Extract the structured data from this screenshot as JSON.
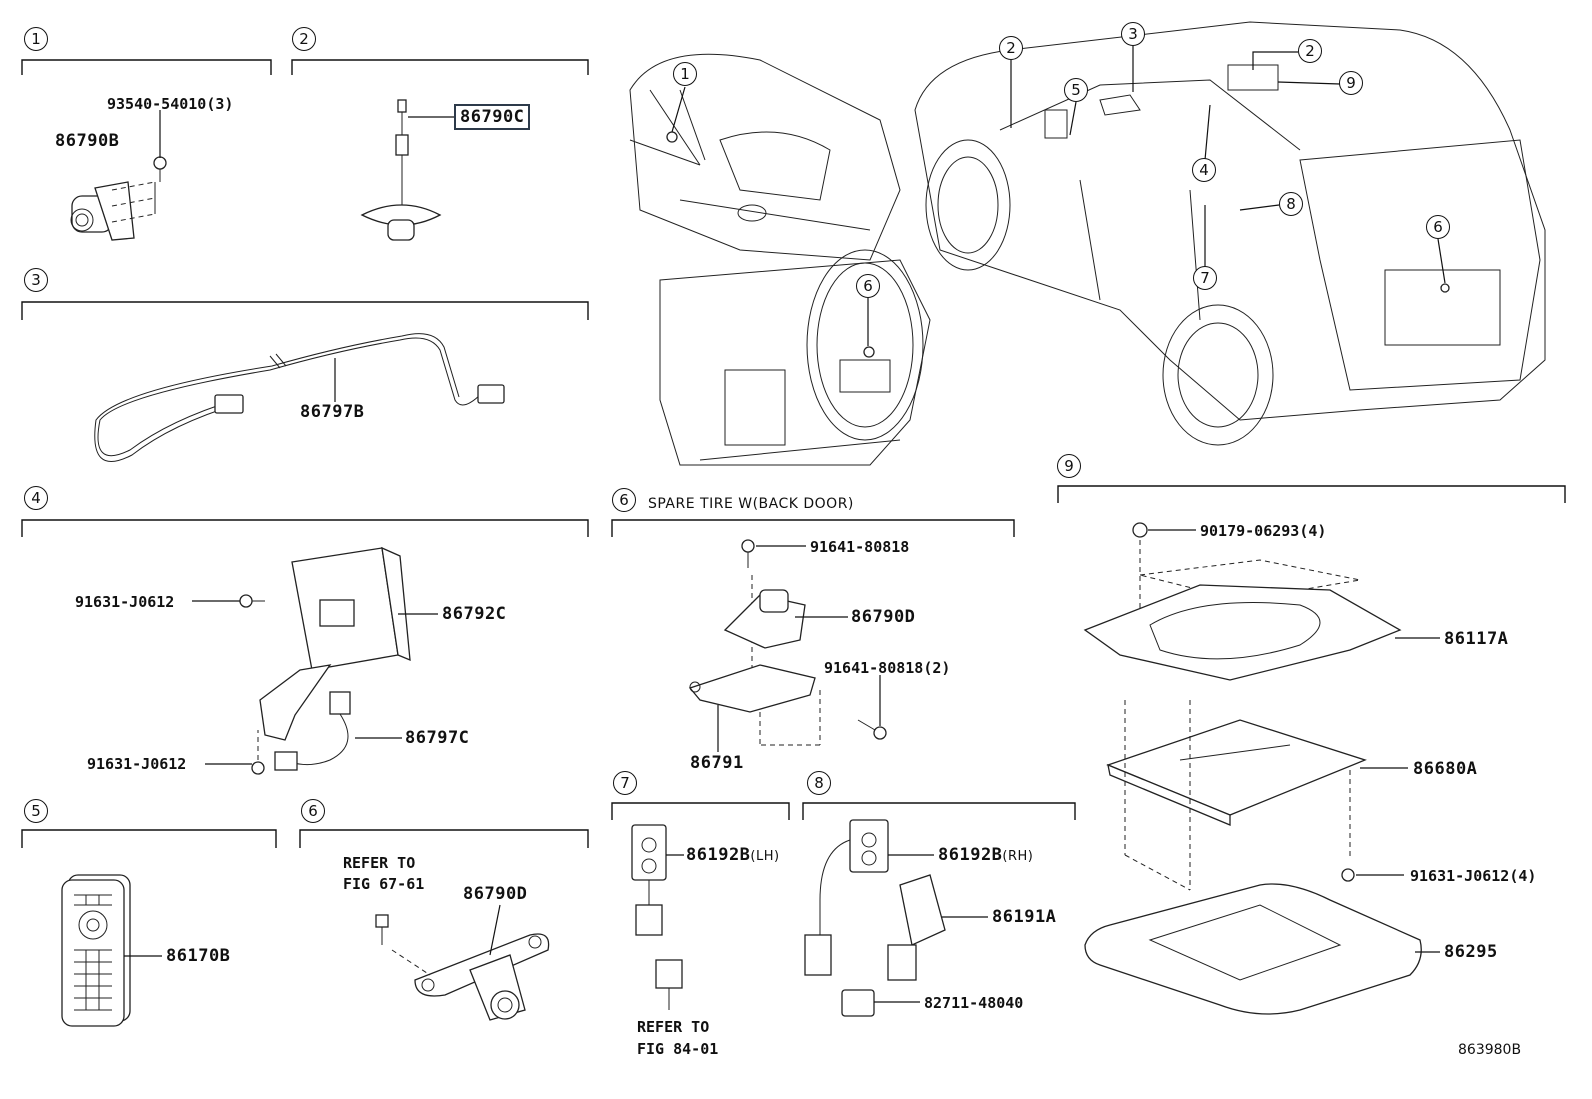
{
  "sections": [
    {
      "num": "1"
    },
    {
      "num": "2"
    },
    {
      "num": "3"
    },
    {
      "num": "4"
    },
    {
      "num": "5"
    },
    {
      "num": "6"
    },
    {
      "num": "6"
    },
    {
      "num": "7"
    },
    {
      "num": "8"
    },
    {
      "num": "9"
    }
  ],
  "section_notes": {
    "s6_top": "SPARE TIRE W(BACK DOOR)"
  },
  "parts": {
    "p86790B": "86790B",
    "p93540": "93540-54010(3)",
    "p86790C": "86790C",
    "p86797B": "86797B",
    "p91631_top": "91631-J0612",
    "p86792C": "86792C",
    "p86797C": "86797C",
    "p91631_bot": "91631-J0612",
    "p86170B": "86170B",
    "p86790D_a": "86790D",
    "p86790D_b": "86790D",
    "p91641_a": "91641-80818",
    "p91641_b": "91641-80818(2)",
    "p86791": "86791",
    "p86192B_lh": "86192B",
    "p86192B_lh_side": "(LH)",
    "p86192B_rh": "86192B",
    "p86192B_rh_side": "(RH)",
    "p86191A": "86191A",
    "p82711": "82711-48040",
    "p90179": "90179-06293(4)",
    "p86117A": "86117A",
    "p86680A": "86680A",
    "p91631_9": "91631-J0612(4)",
    "p86295": "86295"
  },
  "refs": {
    "ref67_line1": "REFER TO",
    "ref67_line2": "FIG 67-61",
    "ref84_line1": "REFER TO",
    "ref84_line2": "FIG 84-01"
  },
  "vehicle_callouts": [
    "1",
    "2",
    "3",
    "2",
    "9",
    "5",
    "4",
    "8",
    "7",
    "6",
    "6"
  ],
  "diagram_code": "863980B"
}
